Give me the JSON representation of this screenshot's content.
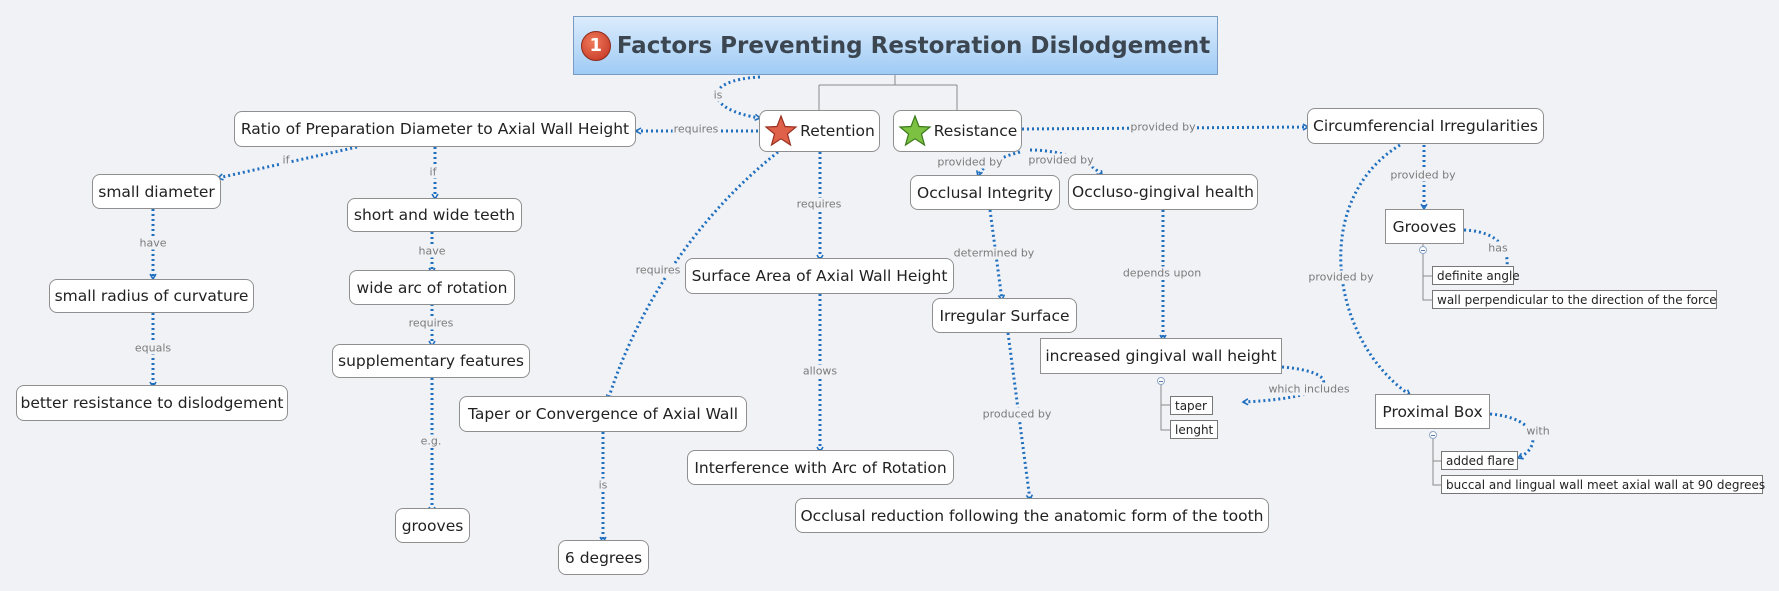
{
  "title": {
    "badge": "1",
    "text": "Factors Preventing Restoration Dislodgement"
  },
  "nodes": {
    "retention": "Retention",
    "resistance": "Resistance",
    "ratio": "Ratio of Preparation Diameter to Axial Wall Height",
    "small_diameter": "small diameter",
    "short_wide_teeth": "short and wide teeth",
    "small_radius": "small radius of curvature",
    "better_resistance": "better resistance to dislodgement",
    "wide_arc": "wide arc of rotation",
    "supplementary": "supplementary features",
    "grooves_eg": "grooves",
    "taper_conv": "Taper or Convergence of Axial Wall",
    "six_degrees": "6 degrees",
    "surface_area": "Surface Area of Axial Wall Height",
    "interference": "Interference with Arc of Rotation",
    "occlusal_integrity": "Occlusal Integrity",
    "occluso_gingival": "Occluso-gingival health",
    "irregular_surface": "Irregular Surface",
    "occlusal_reduction": "Occlusal reduction following the anatomic form of the tooth",
    "gingival_wall": "increased gingival wall height",
    "taper": "taper",
    "lenght": "lenght",
    "circumferencial": "Circumferencial Irregularities",
    "grooves": "Grooves",
    "definite_angle": "definite angle",
    "wall_perp": "wall perpendicular to the direction of the force",
    "proximal_box": "Proximal Box",
    "added_flare": "added flare",
    "buccal_lingual": "buccal and lingual wall meet axial wall at 90 degrees"
  },
  "labels": {
    "is_title": "is",
    "requires_ratio": "requires",
    "if_small": "if",
    "if_short": "if",
    "have_small": "have",
    "have_short": "have",
    "equals": "equals",
    "requires_supp": "requires",
    "eg": "e.g.",
    "requires_taper": "requires",
    "is_six": "is",
    "requires_surface": "requires",
    "allows": "allows",
    "provided_by_circ": "provided by",
    "provided_by_occ": "provided by",
    "provided_by_og": "provided by",
    "determined_by": "determined by",
    "produced_by": "produced by",
    "depends_upon": "depends upon",
    "which_includes": "which includes",
    "provided_by_grooves": "provided by",
    "provided_by_box": "provided by",
    "has": "has",
    "with": "with"
  },
  "colors": {
    "link": "#1f6fbf",
    "title_gradient_top": "#dcecfc",
    "title_gradient_bottom": "#9fcbf5",
    "background": "#f1f2f6"
  },
  "icons": [
    "red-star-icon",
    "green-star-icon",
    "priority-1-icon",
    "collapse-toggle-icon"
  ]
}
